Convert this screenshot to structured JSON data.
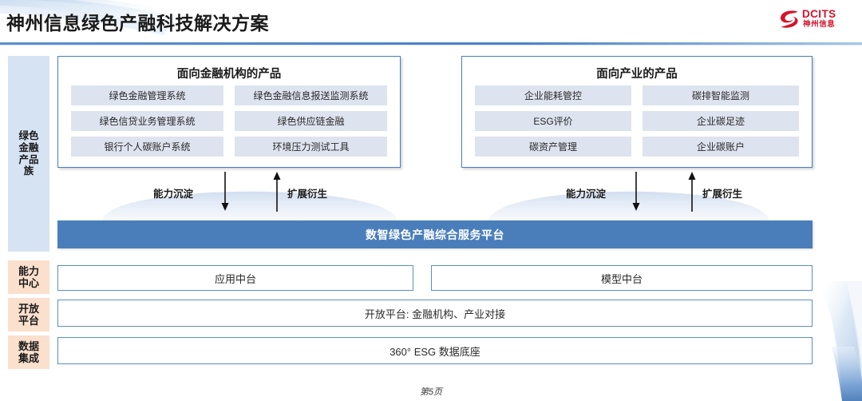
{
  "header": {
    "title": "神州信息绿色产融科技解决方案",
    "accent_color": "#4a7ebb",
    "logo": {
      "mark": "dcits-swoosh-logo",
      "wordmark": "DCITS",
      "wordmark_cn": "神州信息",
      "color": "#d7122b"
    }
  },
  "sidebar": {
    "items": [
      {
        "id": "green-finance-products",
        "label": "绿色\n金融\n产品\n族",
        "color": "#d6e3f2"
      },
      {
        "id": "ability-center",
        "label": "能力\n中心",
        "color": "#fbe0cd"
      },
      {
        "id": "open-platform",
        "label": "开放\n平台",
        "color": "#fbe0cd"
      },
      {
        "id": "data-integration",
        "label": "数据\n集成",
        "color": "#fbe0cd"
      }
    ]
  },
  "panels": [
    {
      "id": "financial-institutions",
      "title": "面向金融机构的产品",
      "products": [
        "绿色金融管理系统",
        "绿色金融信息报送监测系统",
        "绿色信贷业务管理系统",
        "绿色供应链金融",
        "银行个人碳账户系统",
        "环境压力测试工具"
      ]
    },
    {
      "id": "industry",
      "title": "面向产业的产品",
      "products": [
        "企业能耗管控",
        "碳排智能监测",
        "ESG评价",
        "企业碳足迹",
        "碳资产管理",
        "企业碳账户"
      ]
    }
  ],
  "flows": [
    {
      "id": "left-down",
      "label": "能力沉淀",
      "direction": "down"
    },
    {
      "id": "left-up",
      "label": "扩展衍生",
      "direction": "up"
    },
    {
      "id": "right-down",
      "label": "能力沉淀",
      "direction": "down"
    },
    {
      "id": "right-up",
      "label": "扩展衍生",
      "direction": "up"
    }
  ],
  "platform": {
    "label": "数智绿色产融综合服务平台",
    "color": "#4a7ebb"
  },
  "layers": [
    {
      "id": "application-middle-platform",
      "label": "应用中台"
    },
    {
      "id": "model-middle-platform",
      "label": "模型中台"
    },
    {
      "id": "open-platform-row",
      "label": "开放平台: 金融机构、产业对接"
    },
    {
      "id": "data-foundation-row",
      "label": "360° ESG 数据底座"
    }
  ],
  "footer": {
    "page_label": "第5页"
  }
}
